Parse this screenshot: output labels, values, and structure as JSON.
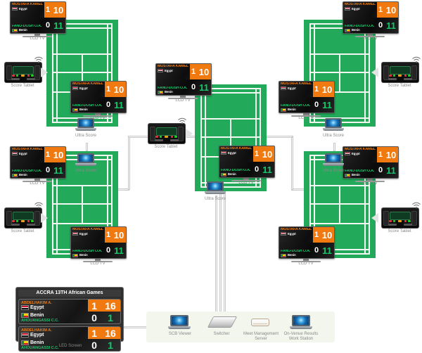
{
  "scoreboard_tv": {
    "player_a": {
      "name": "MOSTAFA KAMEL M.",
      "nation": "Egypt",
      "sets": "1",
      "points": "10"
    },
    "player_b": {
      "name": "FANO-DOSH O.A.",
      "nation": "Benin",
      "sets": "0",
      "points": "11"
    },
    "caption": "LCD TV"
  },
  "led_screen": {
    "title": "ACCRA 13TH African Games",
    "caption": "LED Screen",
    "player_a": {
      "name": "ABDELHAKIM A.",
      "nation": "Egypt",
      "sets": "1",
      "points": "16"
    },
    "player_b": {
      "name": "AHOUANGASSI C.C.",
      "nation": "Benin",
      "sets": "0",
      "points": "1"
    }
  },
  "labels": {
    "score_tablet": "Score Tablet",
    "ultra_score": "Ultra Score",
    "scb_viewer": "SCB Viewer",
    "switcher": "Switcher",
    "meet_management_server_l1": "Meet Management",
    "meet_management_server_l2": "Server",
    "ovr_workstation_l1": "On-Venue Results",
    "ovr_workstation_l2": "Work Station"
  },
  "icons": {
    "wifi": "wifi-icon",
    "arrow_right": "play-direction-right-icon",
    "arrow_left": "play-direction-left-icon"
  },
  "colors": {
    "court_green": "#22a95a",
    "court_line": "#f2f7f2",
    "accent_orange": "#f07a10",
    "accent_green": "#13c96b",
    "caption_gray": "#8a8a8a",
    "ops_zone": "#f2f6ec"
  }
}
